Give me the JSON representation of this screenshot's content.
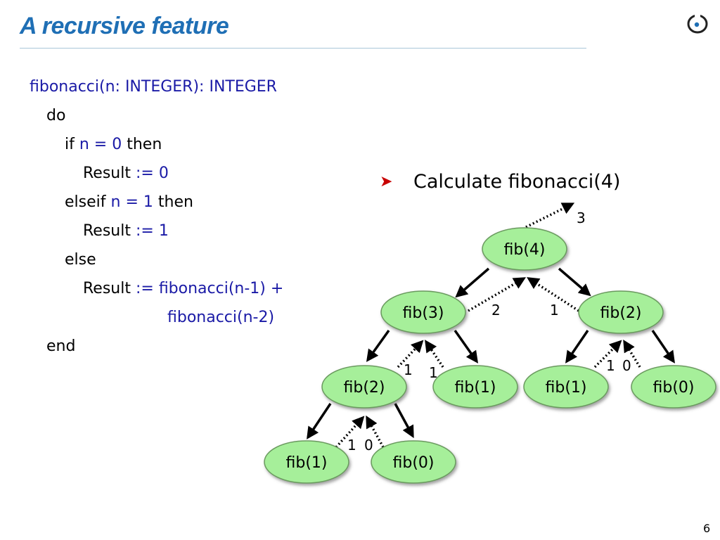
{
  "slide": {
    "title": "A recursive feature",
    "page_number": "6",
    "bullet": "Calculate fibonacci(4)"
  },
  "code": {
    "signature": "fibonacci(n: INTEGER): INTEGER",
    "kw_do": "do",
    "kw_if": "if",
    "cond1": "n = 0",
    "kw_then": "then",
    "kw_result": "Result",
    "assign0": ":= 0",
    "kw_elseif": "elseif",
    "cond2": "n = 1",
    "assign1": ":= 1",
    "kw_else": "else",
    "assign_rec": ":= fibonacci(n-1) +",
    "cont": "fibonacci(n-2)",
    "kw_end": "end"
  },
  "tree": {
    "nodes": [
      {
        "id": "n4",
        "label": "fib(4)"
      },
      {
        "id": "n3",
        "label": "fib(3)"
      },
      {
        "id": "n2a",
        "label": "fib(2)"
      },
      {
        "id": "n2b",
        "label": "fib(2)"
      },
      {
        "id": "n1a",
        "label": "fib(1)"
      },
      {
        "id": "n1b",
        "label": "fib(1)"
      },
      {
        "id": "n1c",
        "label": "fib(1)"
      },
      {
        "id": "n0a",
        "label": "fib(0)"
      },
      {
        "id": "n0b",
        "label": "fib(0)"
      }
    ],
    "return_labels": [
      {
        "id": "r4",
        "text": "3"
      },
      {
        "id": "r3",
        "text": "2"
      },
      {
        "id": "r2b",
        "text": "1"
      },
      {
        "id": "r2a",
        "text": "1"
      },
      {
        "id": "r1b",
        "text": "1"
      },
      {
        "id": "r1a",
        "text": "1"
      },
      {
        "id": "r0a",
        "text": "0"
      },
      {
        "id": "r1c",
        "text": "1"
      },
      {
        "id": "r0b",
        "text": "0"
      }
    ],
    "colors": {
      "node_fill": "#a6ef9a",
      "node_stroke": "#6a9a5e",
      "edge": "#000000"
    }
  }
}
